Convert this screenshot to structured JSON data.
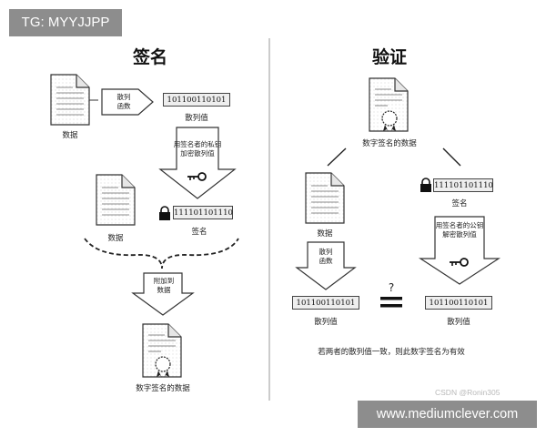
{
  "banner_top_left": "TG: MYYJJPP",
  "banner_bottom_right": "www.mediumclever.com",
  "watermark": "CSDN @Ronin305",
  "sign": {
    "title": "签名",
    "data_label": "数据",
    "hash_function": [
      "散列",
      "函数"
    ],
    "hash_bits": "101100110101",
    "hash_value_label": "散列值",
    "encrypt_note": [
      "用签名者的私钥",
      "加密散列值"
    ],
    "data_label_2": "数据",
    "signature_bits": "111101101110",
    "signature_label": "签名",
    "attach": [
      "附加到",
      "数据"
    ],
    "result_label": "数字签名的数据"
  },
  "verify": {
    "title": "验证",
    "signed_data_label": "数字签名的数据",
    "data_label": "数据",
    "signature_bits": "111101101110",
    "signature_label": "签名",
    "hash_function": [
      "散列",
      "函数"
    ],
    "decrypt_note": [
      "用签名者的公钥",
      "解密散列值"
    ],
    "question": "?",
    "hash_bits_left": "101100110101",
    "hash_bits_right": "101100110101",
    "hash_label_left": "散列值",
    "hash_label_right": "散列值",
    "conclusion": "若两者的散列值一致，则此数字签名为有效"
  }
}
